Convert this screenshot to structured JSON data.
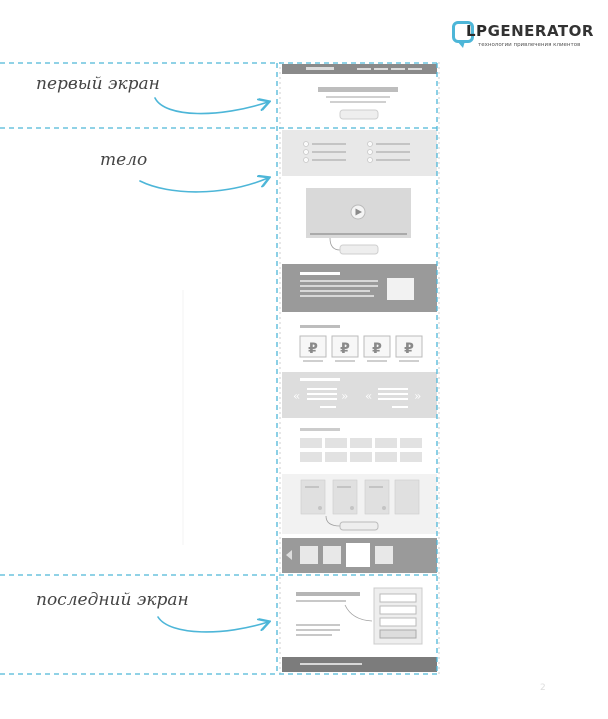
{
  "brand": {
    "name_part1": "LP",
    "name_part2": "GENERATOR",
    "tagline": "технологии привлечения клиентов",
    "accent": "#4db6d8"
  },
  "labels": {
    "first_screen": "первый экран",
    "body": "тело",
    "last_screen": "последний экран"
  },
  "page_number": "2",
  "colors": {
    "dashed_line": "#4db6d8",
    "arrow": "#4db6d8",
    "section_dark": "#9a9a9a",
    "section_light": "#e6e6e6"
  },
  "icons": {
    "currency": "₽",
    "quote_left": "«",
    "quote_right": "»",
    "play": "play-icon",
    "arrow_left": "arrow-left-icon"
  }
}
